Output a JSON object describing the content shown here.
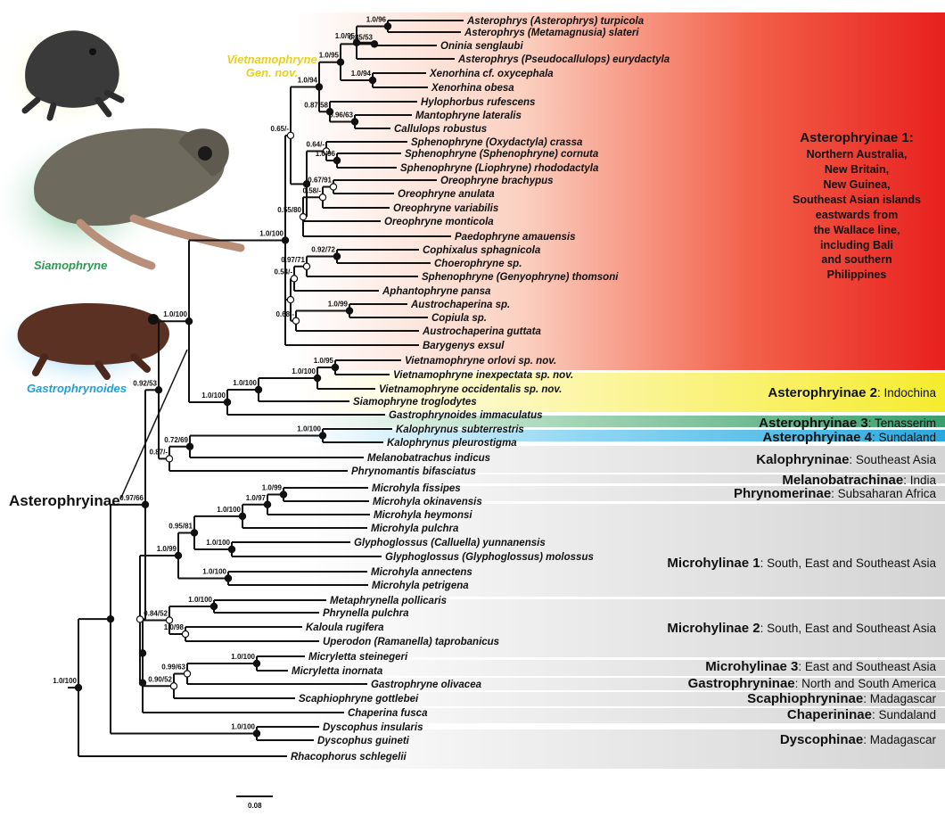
{
  "taxa": [
    "Asterophrys (Asterophrys) turpicola",
    "Asterophrys (Metamagnusia) slateri",
    "Oninia senglaubi",
    "Asterophrys (Pseudocallulops) eurydactyla",
    "Xenorhina cf. oxycephala",
    "Xenorhina obesa",
    "Hylophorbus rufescens",
    "Mantophryne lateralis",
    "Callulops robustus",
    "Sphenophryne (Oxydactyla) crassa",
    "Sphenophryne (Sphenophryne) cornuta",
    "Sphenophryne (Liophryne) rhododactyla",
    "Oreophryne brachypus",
    "Oreophryne anulata",
    "Oreophryne variabilis",
    "Oreophryne monticola",
    "Paedophryne amauensis",
    "Cophixalus sphagnicola",
    "Choerophryne sp.",
    "Sphenophryne (Genyophryne) thomsoni",
    "Aphantophryne pansa",
    "Austrochaperina sp.",
    "Copiula sp.",
    "Austrochaperina guttata",
    "Barygenys exsul",
    "Vietnamophryne orlovi sp. nov.",
    "Vietnamophryne inexpectata sp. nov.",
    "Vietnamophryne occidentalis sp. nov.",
    "Siamophryne troglodytes",
    "Gastrophrynoides immaculatus",
    "Kalophrynus subterrestris",
    "Kalophrynus pleurostigma",
    "Melanobatrachus indicus",
    "Phrynomantis bifasciatus",
    "Microhyla fissipes",
    "Microhyla okinavensis",
    "Microhyla heymonsi",
    "Microhyla pulchra",
    "Glyphoglossus (Calluella) yunnanensis",
    "Glyphoglossus (Glyphoglossus) molossus",
    "Microhyla annectens",
    "Microhyla petrigena",
    "Metaphrynella pollicaris",
    "Phrynella pulchra",
    "Kaloula rugifera",
    "Uperodon (Ramanella) taprobanicus",
    "Micryletta steinegeri",
    "Micryletta inornata",
    "Gastrophryne olivacea",
    "Scaphiophryne gottlebei",
    "Chaperina fusca",
    "Dyscophus insularis",
    "Dyscophus guineti",
    "Rhacophorus schlegelii"
  ],
  "supports": [
    "1.0/96",
    "1.0/95",
    "0.85/53",
    "1.0/95",
    "1.0/94",
    "1.0/94",
    "0.87/58",
    "0.96/63",
    "0.65/-",
    "0.64/-",
    "1.0/96",
    "0.67/91",
    "0.58/-",
    "0.55/80",
    "1.0/100",
    "0.92/72",
    "0.97/71",
    "0.54/-",
    "1.0/99",
    "0.68/-",
    "1.0/100",
    "1.0/95",
    "1.0/100",
    "1.0/100",
    "1.0/100",
    "0.92/53",
    "1.0/100",
    "0.72/69",
    "0.87/-",
    "1.0/99",
    "1.0/97",
    "1.0/100",
    "0.95/81",
    "1.0/100",
    "1.0/99",
    "1.0/100",
    "0.97/66",
    "1.0/100",
    "1.0/98",
    "0.84/52",
    "1.0/100",
    "0.90/52",
    "0.99/63",
    "1.0/100",
    "1.0/100"
  ],
  "photos": {
    "vietnamophryne": "Vietnamophryne\nGen. nov.",
    "siamophryne": "Siamophryne",
    "gastrophrynoides": "Gastrophrynoides"
  },
  "asterophryinae_label": "Asterophryinae",
  "scale_label": "0.08",
  "red_clade": {
    "title": "Asterophryinae 1",
    "lines": [
      "Northern Australia,",
      "New Britain,",
      "New Guinea,",
      "Southeast Asian islands",
      "eastwards from",
      "the Wallace line,",
      "including Bali",
      "and southern",
      "Philippines"
    ]
  },
  "bands": [
    {
      "bold": "Asterophryinae 2",
      "rest": "Indochina",
      "color": "#f3ee3a"
    },
    {
      "bold": "Asterophryinae 3",
      "rest": "Tenasserim",
      "color": "#3fa574"
    },
    {
      "bold": "Asterophryinae 4",
      "rest": "Sundaland",
      "color": "#2fb0e0"
    },
    {
      "bold": "Kalophryninae",
      "rest": "Southeast Asia",
      "color": "#d9d9d9"
    },
    {
      "bold": "Melanobatrachinae",
      "rest": "India",
      "color": "#d9d9d9"
    },
    {
      "bold": "Phrynomerinae",
      "rest": "Subsaharan Africa",
      "color": "#d9d9d9"
    },
    {
      "bold": "Microhylinae 1",
      "rest": "South, East and Southeast Asia",
      "color": "#d9d9d9"
    },
    {
      "bold": "Microhylinae 2",
      "rest": "South, East and Southeast Asia",
      "color": "#d9d9d9"
    },
    {
      "bold": "Microhylinae 3",
      "rest": "East and Southeast Asia",
      "color": "#d9d9d9"
    },
    {
      "bold": "Gastrophryninae",
      "rest": "North and South America",
      "color": "#d9d9d9"
    },
    {
      "bold": "Scaphiophryninae",
      "rest": "Madagascar",
      "color": "#d9d9d9"
    },
    {
      "bold": "Chaperininae",
      "rest": "Sundaland",
      "color": "#d9d9d9"
    },
    {
      "bold": "Dyscophinae",
      "rest": "Madagascar",
      "color": "#d9d9d9"
    }
  ]
}
